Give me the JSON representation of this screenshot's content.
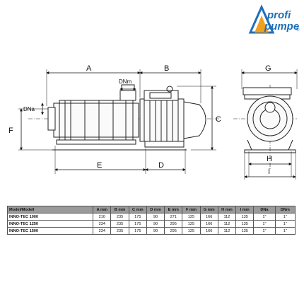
{
  "brand": {
    "line1": "profi",
    "line2": "pumpe",
    "mark": "®",
    "primary": "#1f6fb8"
  },
  "dims": {
    "A": "A",
    "B": "B",
    "C": "C",
    "D": "D",
    "E": "E",
    "F": "F",
    "G": "G",
    "H": "H",
    "I": "I",
    "DNa": "DNa",
    "DNm": "DNm"
  },
  "table": {
    "headers": [
      "Model/Modell",
      "A mm",
      "B mm",
      "C mm",
      "D mm",
      "E mm",
      "F mm",
      "G mm",
      "H mm",
      "I mm",
      "DNa",
      "DNm"
    ],
    "rows": [
      [
        "INNO-TEC 1000",
        "210",
        "235",
        "175",
        "90",
        "271",
        "125",
        "166",
        "112",
        "135",
        "1\"",
        "1\""
      ],
      [
        "INNO-TEC 1250",
        "234",
        "235",
        "175",
        "90",
        "295",
        "125",
        "166",
        "112",
        "135",
        "1\"",
        "1\""
      ],
      [
        "INNO-TEC 1500",
        "234",
        "235",
        "175",
        "90",
        "295",
        "125",
        "166",
        "112",
        "135",
        "1\"",
        "1\""
      ]
    ]
  }
}
